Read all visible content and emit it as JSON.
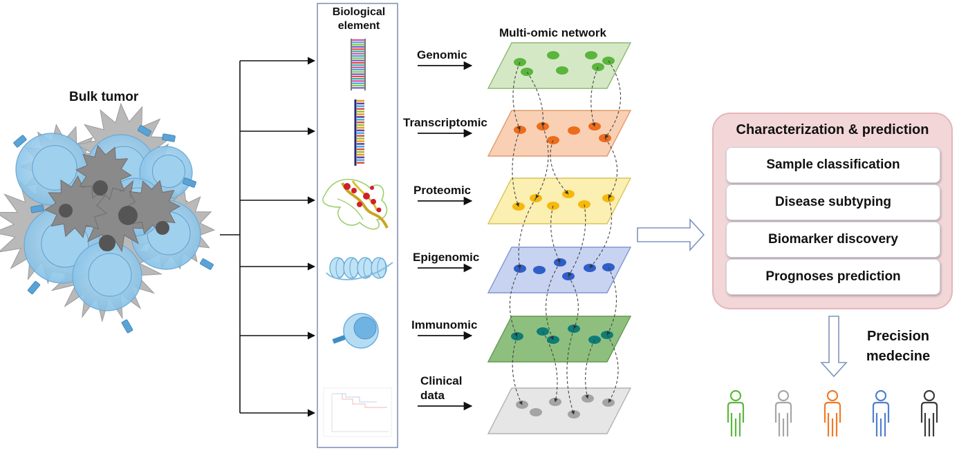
{
  "bulk_tumor_label": "Bulk tumor",
  "biological_element_title": "Biological\nelement",
  "network_title": "Multi-omic network",
  "layers": [
    {
      "label": "Genomic",
      "fill": "#d5e8c6",
      "stroke": "#8db870",
      "node": "#5ab53c"
    },
    {
      "label": "Transcriptomic",
      "fill": "#f9d0b4",
      "stroke": "#e09a6c",
      "node": "#ec6d1c"
    },
    {
      "label": "Proteomic",
      "fill": "#fbefb2",
      "stroke": "#d8c45a",
      "node": "#f5b90c"
    },
    {
      "label": "Epigenomic",
      "fill": "#c7d3f0",
      "stroke": "#7f97cf",
      "node": "#2f5ec9"
    },
    {
      "label": "Immunomic",
      "fill": "#8fbf7e",
      "stroke": "#5f9a4e",
      "node": "#0d7d77"
    },
    {
      "label": "Clinical\ndata",
      "fill": "#e6e6e6",
      "stroke": "#b2b2b2",
      "node": "#a4a4a4"
    }
  ],
  "characterization": {
    "title": "Characterization & prediction",
    "tasks": [
      "Sample classification",
      "Disease subtyping",
      "Biomarker discovery",
      "Prognoses prediction"
    ]
  },
  "precision_label": "Precision\nmedecine",
  "person_colors": [
    "#5cb83c",
    "#a6a6a6",
    "#ee7b28",
    "#4f7fd1",
    "#3a3a3a"
  ],
  "colors": {
    "cell_blue": "#9fd0ee",
    "cell_core": "#5aa3d6",
    "tumor_gray": "#8a8a8a",
    "panel_pink": "#f2d6d8"
  }
}
